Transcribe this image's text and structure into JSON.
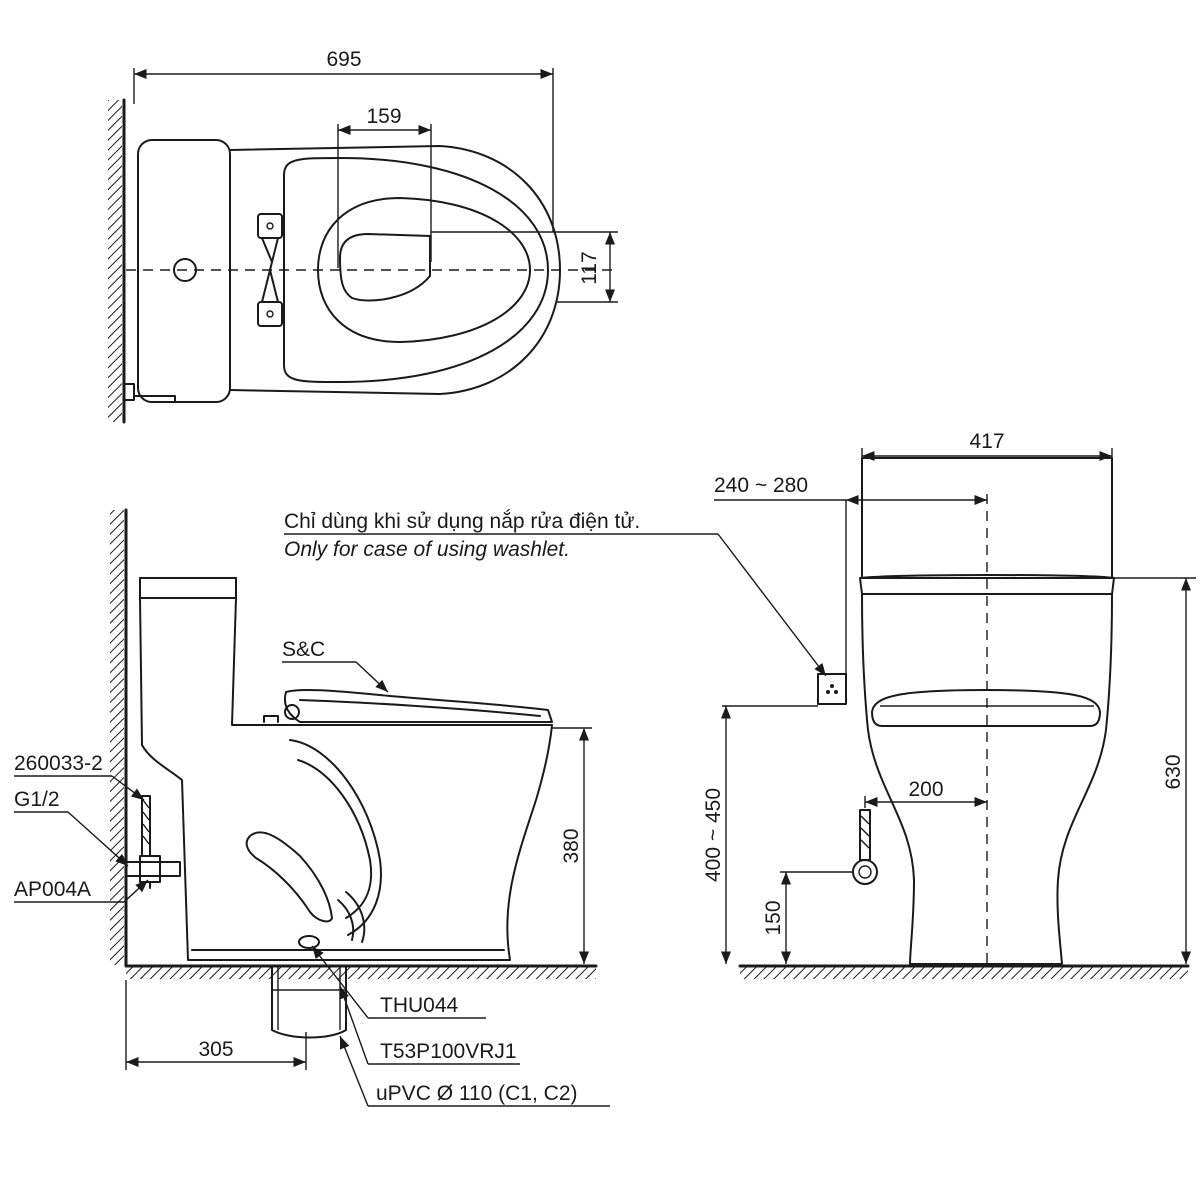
{
  "plan_view": {
    "dims": {
      "overall_length": "695",
      "bowl_opening_depth": "159",
      "outlet_offset": "117"
    }
  },
  "side_view": {
    "dims": {
      "rough_in": "305",
      "seat_height": "380"
    },
    "labels": {
      "shutoff_valve_code": "260033-2",
      "thread_size": "G1/2",
      "supply_hose_code": "AP004A",
      "seat_cover": "S&C",
      "flange": "THU044",
      "adapter": "T53P100VRJ1",
      "drain_pipe": "uPVC Ø 110 (C1, C2)"
    }
  },
  "front_view": {
    "dims": {
      "width": "417",
      "outlet_range": "240 ~ 280",
      "total_height": "630",
      "supply_height_range": "400 ~ 450",
      "valve_height": "150",
      "valve_offset": "200"
    },
    "note_vi": "Chỉ dùng khi sử dụng nắp rửa điện tử.",
    "note_en": "Only for case of using washlet."
  }
}
